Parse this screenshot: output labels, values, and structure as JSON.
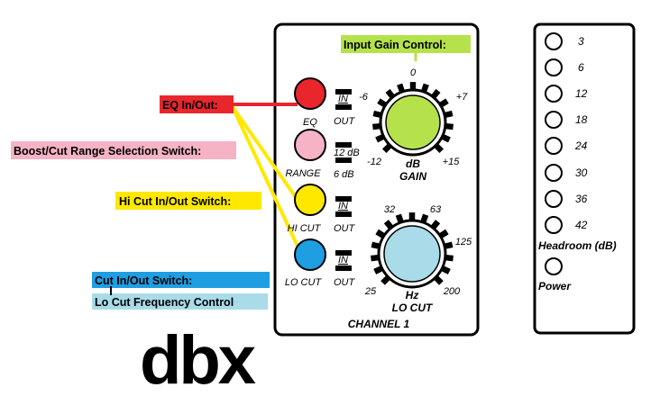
{
  "callouts": {
    "input_gain": "Input Gain Control:",
    "eq_in_out": "EQ In/Out:",
    "boost_cut_range": "Boost/Cut Range Selection Switch:",
    "hi_cut": "Hi Cut In/Out Switch:",
    "cut_in_out": "Cut In/Out Switch:",
    "lo_cut_freq": "Lo Cut Frequency Control"
  },
  "colors": {
    "input_gain": "#b5e24b",
    "eq": "#e8262c",
    "range": "#f5b3c5",
    "hi_cut": "#ffe800",
    "lo_cut": "#1f9ee2",
    "lo_cut_label": "#a9dbe8",
    "lo_knob": "#a9dbe8",
    "gain_knob": "#b5e24b"
  },
  "channel": {
    "title": "CHANNEL 1",
    "buttons": {
      "eq": "EQ",
      "range": "RANGE",
      "hi_cut": "HI CUT",
      "lo_cut": "LO CUT"
    },
    "switches": {
      "in": "IN",
      "out": "OUT",
      "range_top": "12 dB",
      "range_bottom": "6 dB"
    },
    "gain_knob": {
      "top": "0",
      "minus6": "-6",
      "plus7": "+7",
      "minus12": "-12",
      "plus15": "+15",
      "unit": "dB",
      "name": "GAIN"
    },
    "lo_knob": {
      "t32": "32",
      "t63": "63",
      "t125": "125",
      "t25": "25",
      "t200": "200",
      "unit": "Hz",
      "name": "LO CUT"
    }
  },
  "meter": {
    "leds": [
      "3",
      "6",
      "12",
      "18",
      "24",
      "30",
      "36",
      "42"
    ],
    "headroom_label": "Headroom (dB)",
    "power_label": "Power"
  },
  "logo": {
    "text": "dbx"
  }
}
